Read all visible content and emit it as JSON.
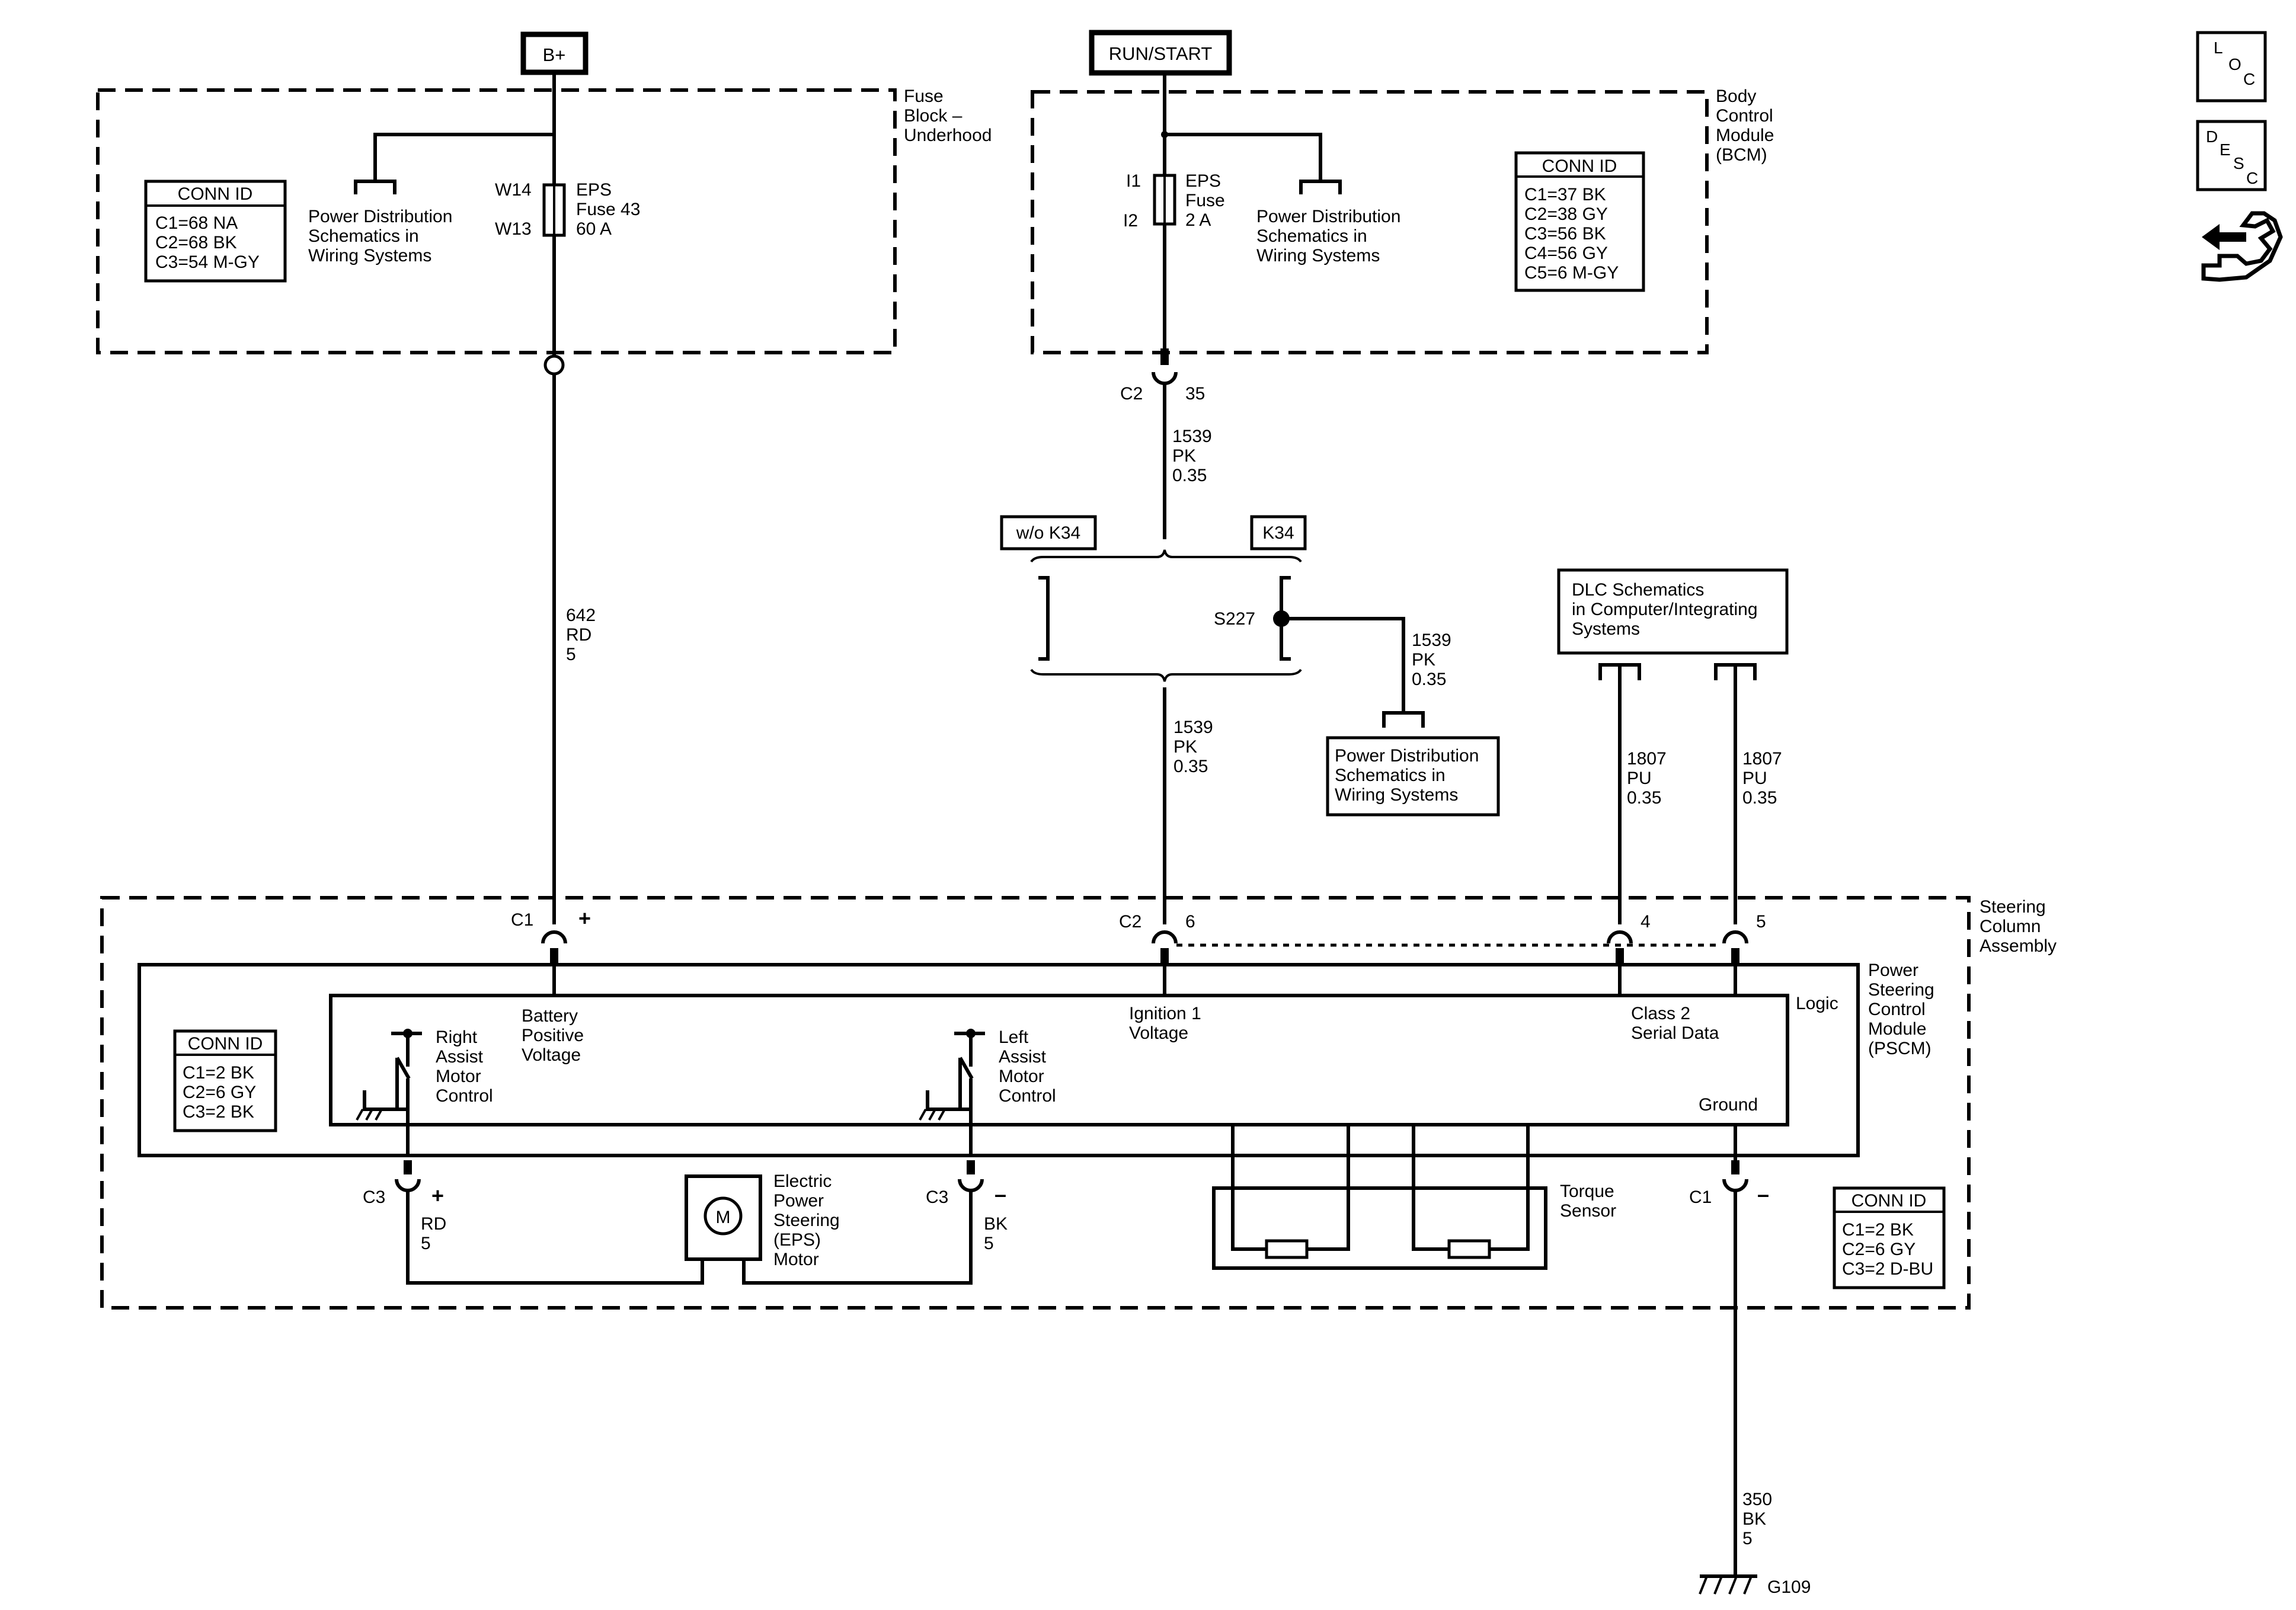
{
  "power": {
    "battery": "B+",
    "run_start": "RUN/START"
  },
  "fuse_block": {
    "title": [
      "Fuse",
      "Block –",
      "Underhood"
    ],
    "conn_id": {
      "header": "CONN ID",
      "rows": [
        "C1=68 NA",
        "C2=68 BK",
        "C3=54 M-GY"
      ]
    },
    "power_ref": [
      "Power Distribution",
      "Schematics in",
      "Wiring Systems"
    ],
    "fuse": {
      "top_pin": "W14",
      "bottom_pin": "W13",
      "label": [
        "EPS",
        "Fuse 43",
        "60 A"
      ]
    }
  },
  "bcm": {
    "title": [
      "Body",
      "Control",
      "Module",
      "(BCM)"
    ],
    "conn_id": {
      "header": "CONN ID",
      "rows": [
        "C1=37 BK",
        "C2=38 GY",
        "C3=56 BK",
        "C4=56 GY",
        "C5=6 M-GY"
      ]
    },
    "power_ref": [
      "Power Distribution",
      "Schematics in",
      "Wiring Systems"
    ],
    "fuse": {
      "top_pin": "I1",
      "bottom_pin": "I2",
      "label": [
        "EPS",
        "Fuse",
        "2 A"
      ]
    },
    "out_connector": {
      "conn": "C2",
      "pin": "35"
    }
  },
  "wires": {
    "w642": [
      "642",
      "RD",
      "5"
    ],
    "w1539_a": [
      "1539",
      "PK",
      "0.35"
    ],
    "w1539_b": [
      "1539",
      "PK",
      "0.35"
    ],
    "w1539_c": [
      "1539",
      "PK",
      "0.35"
    ],
    "w1807_a": [
      "1807",
      "PU",
      "0.35"
    ],
    "w1807_b": [
      "1807",
      "PU",
      "0.35"
    ],
    "w350": [
      "350",
      "BK",
      "5"
    ],
    "motor_pos": [
      "RD",
      "5"
    ],
    "motor_neg": [
      "BK",
      "5"
    ]
  },
  "options": {
    "without": "w/o K34",
    "with": "K34",
    "splice": "S227"
  },
  "power_ref_2": [
    "Power Distribution",
    "Schematics in",
    "Wiring Systems"
  ],
  "dlc": [
    "DLC Schematics",
    "in Computer/Integrating",
    "Systems"
  ],
  "steering": {
    "title": [
      "Steering",
      "Column",
      "Assembly"
    ],
    "pscm_title": [
      "Power",
      "Steering",
      "Control",
      "Module",
      "(PSCM)"
    ],
    "logic": "Logic",
    "conn_id_left": {
      "header": "CONN ID",
      "rows": [
        "C1=2 BK",
        "C2=6 GY",
        "C3=2 BK"
      ]
    },
    "conn_id_right": {
      "header": "CONN ID",
      "rows": [
        "C1=2 BK",
        "C2=6 GY",
        "C3=2 D-BU"
      ]
    },
    "pins": {
      "c1_plus": {
        "conn": "C1",
        "sign": "+"
      },
      "c2_6": {
        "conn": "C2",
        "pin": "6"
      },
      "pin4": "4",
      "pin5": "5",
      "c3_plus": {
        "conn": "C3",
        "sign": "+"
      },
      "c3_minus": {
        "conn": "C3",
        "sign": "–"
      },
      "c1_minus": {
        "conn": "C1",
        "sign": "–"
      }
    },
    "internal": {
      "battery_voltage": [
        "Battery",
        "Positive",
        "Voltage"
      ],
      "ignition": [
        "Ignition 1",
        "Voltage"
      ],
      "class2": [
        "Class 2",
        "Serial Data"
      ],
      "ground": "Ground",
      "right_motor": [
        "Right",
        "Assist",
        "Motor",
        "Control"
      ],
      "left_motor": [
        "Left",
        "Assist",
        "Motor",
        "Control"
      ]
    },
    "motor_letter": "M",
    "motor_label": [
      "Electric",
      "Power",
      "Steering",
      "(EPS)",
      "Motor"
    ],
    "torque_sensor": [
      "Torque",
      "Sensor"
    ]
  },
  "ground": "G109",
  "icons": {
    "loc": [
      "L",
      "O",
      "C"
    ],
    "desc": [
      "D",
      "E",
      "S",
      "C"
    ],
    "swap": "swap-icon"
  }
}
